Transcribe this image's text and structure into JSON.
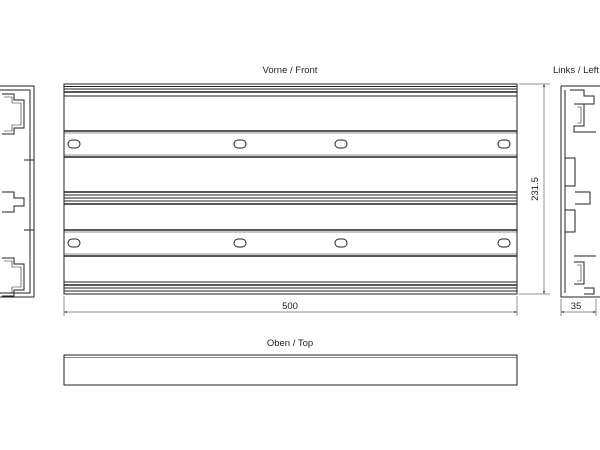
{
  "views": {
    "front": {
      "label": "Vorne / Front"
    },
    "left": {
      "label": "Links / Left"
    },
    "top": {
      "label": "Oben / Top"
    }
  },
  "dimensions": {
    "width": "500",
    "height": "231.5",
    "depth": "35"
  }
}
